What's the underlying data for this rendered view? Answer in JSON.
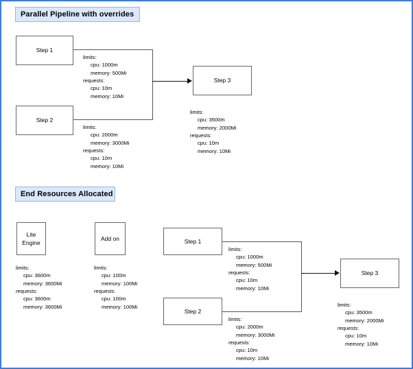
{
  "page": {
    "border_color": "#3b7de0",
    "background": "#ffffff"
  },
  "banners": {
    "top": "Parallel Pipeline with  overrides",
    "bottom": "End Resources Allocated",
    "fill_color": "#dae8fc",
    "border_color": "#9bb7d4"
  },
  "top_section": {
    "nodes": {
      "step1": "Step 1",
      "step2": "Step 2",
      "step3": "Step 3"
    },
    "specs": {
      "step1": {
        "limits_label": "limits:",
        "limits_cpu": "cpu: 1000m",
        "limits_memory": "memory: 500Mi",
        "requests_label": "requests:",
        "requests_cpu": "cpu: 10m",
        "requests_memory": "memory: 10Mi"
      },
      "step2": {
        "limits_label": "limits:",
        "limits_cpu": "cpu: 2000m",
        "limits_memory": "memory: 3000Mi",
        "requests_label": "requests:",
        "requests_cpu": "cpu: 10m",
        "requests_memory": "memory: 10Mi"
      },
      "step3": {
        "limits_label": "limits:",
        "limits_cpu": "cpu: 3500m",
        "limits_memory": "memory: 2000Mi",
        "requests_label": "requests:",
        "requests_cpu": "cpu: 10m",
        "requests_memory": "memory: 10Mi"
      }
    }
  },
  "bottom_section": {
    "nodes": {
      "lite_engine_line1": "Lite",
      "lite_engine_line2": "Engine",
      "add_on": "Add on",
      "step1": "Step 1",
      "step2": "Step 2",
      "step3": "Step 3"
    },
    "specs": {
      "lite_engine": {
        "limits_label": "limits:",
        "limits_cpu": "cpu: 3600m",
        "limits_memory": "memory: 3600Mi",
        "requests_label": "requests:",
        "requests_cpu": "cpu: 3600m",
        "requests_memory": "memory: 3600Mi"
      },
      "add_on": {
        "limits_label": "limits:",
        "limits_cpu": "cpu: 100m",
        "limits_memory": "memory: 100Mi",
        "requests_label": "requests:",
        "requests_cpu": "cpu: 100m",
        "requests_memory": "memory: 100Mi"
      },
      "step1": {
        "limits_label": "limits:",
        "limits_cpu": "cpu: 1000m",
        "limits_memory": "memory: 500Mi",
        "requests_label": "requests:",
        "requests_cpu": "cpu: 10m",
        "requests_memory": "memory: 10Mi"
      },
      "step2": {
        "limits_label": "limits:",
        "limits_cpu": "cpu: 2000m",
        "limits_memory": "memory: 3000Mi",
        "requests_label": "requests:",
        "requests_cpu": "cpu: 10m",
        "requests_memory": "memory: 10Mi"
      },
      "step3": {
        "limits_label": "limits:",
        "limits_cpu": "cpu: 3500m",
        "limits_memory": "memory: 2000Mi",
        "requests_label": "requests:",
        "requests_cpu": "cpu: 10m",
        "requests_memory": "memory: 10Mi"
      }
    }
  }
}
